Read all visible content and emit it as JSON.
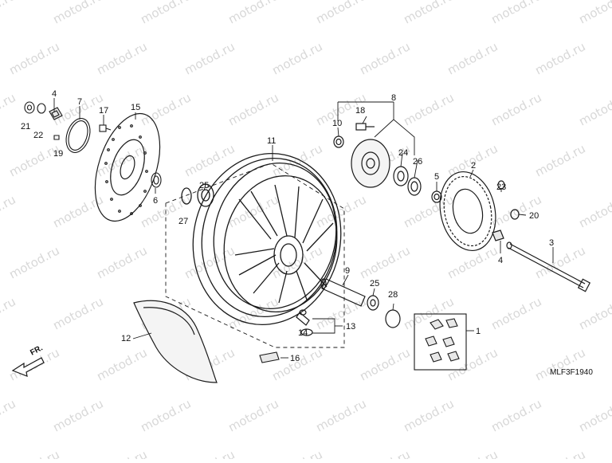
{
  "diagram": {
    "watermark_text": "motod.ru",
    "diagram_code": "MLF3F1940",
    "direction_label": "FR.",
    "callouts": [
      {
        "id": "c1",
        "label": "1"
      },
      {
        "id": "c2",
        "label": "2"
      },
      {
        "id": "c3",
        "label": "3"
      },
      {
        "id": "c4a",
        "label": "4"
      },
      {
        "id": "c4b",
        "label": "4"
      },
      {
        "id": "c5",
        "label": "5"
      },
      {
        "id": "c6",
        "label": "6"
      },
      {
        "id": "c7",
        "label": "7"
      },
      {
        "id": "c8",
        "label": "8"
      },
      {
        "id": "c9",
        "label": "9"
      },
      {
        "id": "c10",
        "label": "10"
      },
      {
        "id": "c11",
        "label": "11"
      },
      {
        "id": "c12",
        "label": "12"
      },
      {
        "id": "c13",
        "label": "13"
      },
      {
        "id": "c14",
        "label": "14"
      },
      {
        "id": "c15",
        "label": "15"
      },
      {
        "id": "c16",
        "label": "16"
      },
      {
        "id": "c17",
        "label": "17"
      },
      {
        "id": "c18",
        "label": "18"
      },
      {
        "id": "c19",
        "label": "19"
      },
      {
        "id": "c20",
        "label": "20"
      },
      {
        "id": "c21",
        "label": "21"
      },
      {
        "id": "c22",
        "label": "22"
      },
      {
        "id": "c23",
        "label": "23"
      },
      {
        "id": "c24",
        "label": "24"
      },
      {
        "id": "c25a",
        "label": "25"
      },
      {
        "id": "c25b",
        "label": "25"
      },
      {
        "id": "c26",
        "label": "26"
      },
      {
        "id": "c27",
        "label": "27"
      },
      {
        "id": "c28",
        "label": "28"
      }
    ]
  },
  "colors": {
    "line": "#1a1a1a",
    "watermark": "#d8d8d8",
    "background": "#ffffff"
  }
}
